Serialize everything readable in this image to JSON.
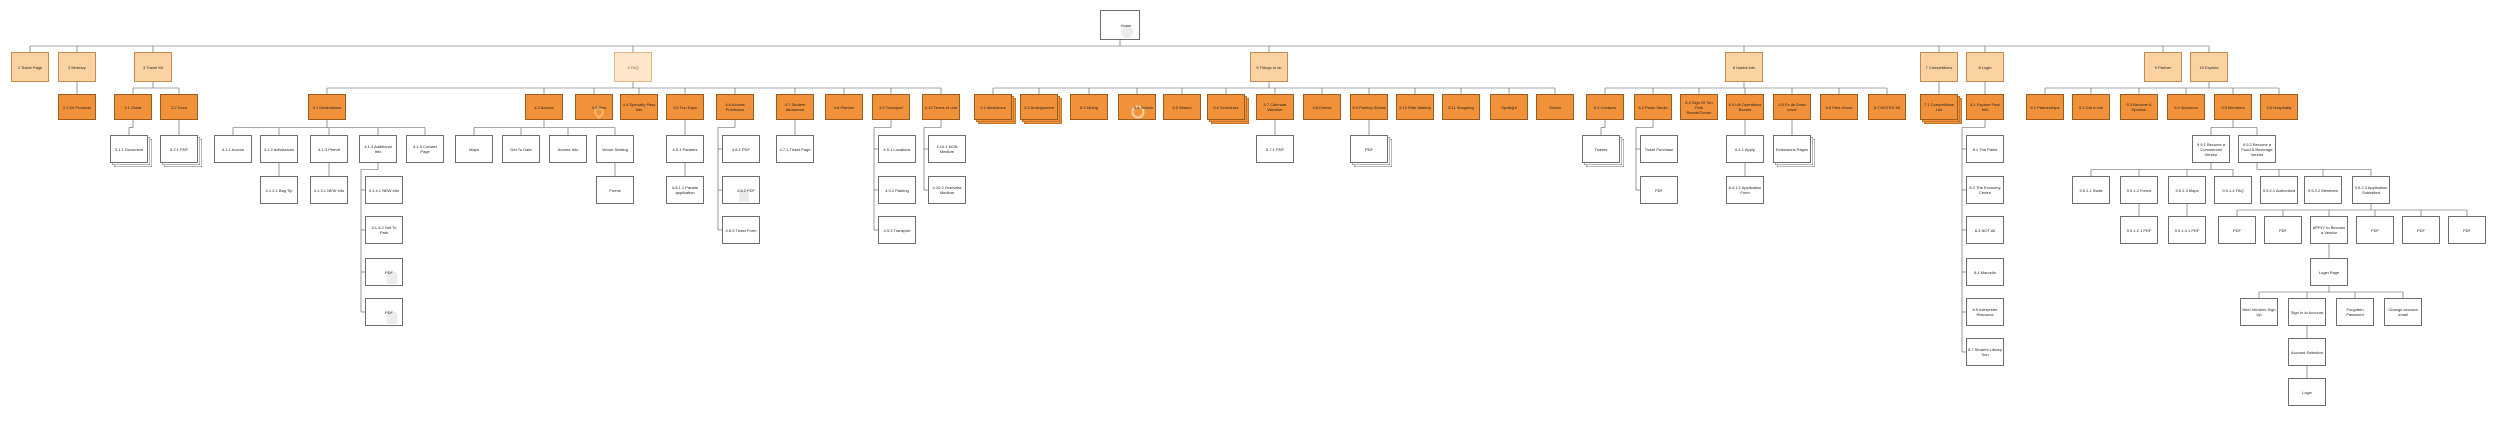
{
  "title": "",
  "nodes": [
    {
      "id": "home",
      "label": "Home",
      "style": "white",
      "glyph": "circle"
    },
    {
      "id": "n1",
      "parent": "home",
      "label": "1 Ticket Page",
      "style": "light"
    },
    {
      "id": "n2",
      "parent": "home",
      "label": "2 Itinerary",
      "style": "light"
    },
    {
      "id": "n3",
      "parent": "home",
      "label": "3 Travel Kit",
      "style": "light"
    },
    {
      "id": "n4",
      "parent": "home",
      "label": "4 FAQ",
      "style": "pale"
    },
    {
      "id": "n5",
      "parent": "home",
      "label": "5 Things to do",
      "style": "light"
    },
    {
      "id": "n6",
      "parent": "home",
      "label": "6 Useful Info",
      "style": "light"
    },
    {
      "id": "n7",
      "parent": "home",
      "label": "7 Competitions",
      "style": "light"
    },
    {
      "id": "n8",
      "parent": "home",
      "label": "8 Login",
      "style": "light"
    },
    {
      "id": "n9",
      "parent": "home",
      "label": "9 Partner",
      "style": "light"
    },
    {
      "id": "n10",
      "parent": "home",
      "label": "10 Explore",
      "style": "light"
    },
    {
      "id": "n2_1",
      "parent": "n2",
      "label": "2.1 Kit Products",
      "style": "orange"
    },
    {
      "id": "n3_1",
      "parent": "n3",
      "label": "3.1 Guide",
      "style": "orange"
    },
    {
      "id": "n3_2",
      "parent": "n3",
      "label": "3.2 Docs",
      "style": "orange"
    },
    {
      "id": "n3_1_1",
      "parent": "n3_1",
      "label": "3.1.1 Document",
      "style": "white",
      "stack": true
    },
    {
      "id": "n3_2_1",
      "parent": "n3_2",
      "label": "3.2.1 PDF",
      "style": "white",
      "stack": true
    },
    {
      "id": "n4_1",
      "parent": "n4",
      "label": "4.1 Destinations",
      "style": "orange"
    },
    {
      "id": "n4_1_1",
      "parent": "n4_1",
      "label": "4.1.1 Accom",
      "style": "white"
    },
    {
      "id": "n4_1_2",
      "parent": "n4_1",
      "label": "4.1.2 Admissions",
      "style": "white"
    },
    {
      "id": "n4_1_3",
      "parent": "n4_1",
      "label": "4.1.3 Permit",
      "style": "white"
    },
    {
      "id": "n4_1_4",
      "parent": "n4_1",
      "label": "4.1.4 Additional Info",
      "style": "white"
    },
    {
      "id": "n4_1_5",
      "parent": "n4_1",
      "label": "4.1.5 Contact Page",
      "style": "white"
    },
    {
      "id": "n4_1_2_1",
      "parent": "n4_1_2",
      "label": "4.1.2.1 Bag Tip",
      "style": "white"
    },
    {
      "id": "n4_1_3_1",
      "parent": "n4_1_3",
      "label": "4.1.3.1 NEW Info",
      "style": "white"
    },
    {
      "id": "n4_1_4_1",
      "parent": "n4_1_4",
      "label": "4.1.4.1 NEW Info",
      "style": "white"
    },
    {
      "id": "n4_1_4_2",
      "parent": "n4_1_4",
      "label": "4.1.4.2 Get To Park",
      "style": "white"
    },
    {
      "id": "n4_1_4_3",
      "parent": "n4_1_4",
      "label": "PDF",
      "style": "white",
      "glyph": "page"
    },
    {
      "id": "n4_1_4_4",
      "parent": "n4_1_4",
      "label": "PDF",
      "style": "white",
      "glyph": "page"
    },
    {
      "id": "n4_2",
      "parent": "n4",
      "label": "4.2 Access",
      "style": "orange"
    },
    {
      "id": "n4_3",
      "parent": "n4",
      "label": "4.3 Pins",
      "style": "orange",
      "glyph": "pin"
    },
    {
      "id": "n4_4",
      "parent": "n4",
      "label": "4.4 Specially Pass Info",
      "style": "orange"
    },
    {
      "id": "n4_5",
      "parent": "n4",
      "label": "4.5 Fun Days",
      "style": "orange"
    },
    {
      "id": "n4_6",
      "parent": "n4",
      "label": "4.6 Access Provisions",
      "style": "orange"
    },
    {
      "id": "n4_2_1",
      "parent": "n4_2",
      "label": "Maps",
      "style": "white"
    },
    {
      "id": "n4_2_2",
      "parent": "n4_2",
      "label": "Get To Gate",
      "style": "white"
    },
    {
      "id": "n4_2_3",
      "parent": "n4_2",
      "label": "Access Info",
      "style": "white"
    },
    {
      "id": "n4_2_4",
      "parent": "n4_2",
      "label": "Venue Seating",
      "style": "white"
    },
    {
      "id": "n4_2_4_1",
      "parent": "n4_2_4",
      "label": "Forms",
      "style": "white"
    },
    {
      "id": "n4_5_1",
      "parent": "n4_5",
      "label": "4.5.1 Parades",
      "style": "white"
    },
    {
      "id": "n4_5_1_1",
      "parent": "n4_5_1",
      "label": "4.5.1.1 Parade application",
      "style": "white"
    },
    {
      "id": "n4_6_1",
      "parent": "n4_6",
      "label": "4.6.1 PDF",
      "style": "white"
    },
    {
      "id": "n4_6_2",
      "parent": "n4_6",
      "label": "4.6.2 PDF",
      "style": "white",
      "glyph": "page"
    },
    {
      "id": "n4_6_3",
      "parent": "n4_6",
      "label": "4.6.3 Ticket Form",
      "style": "white"
    },
    {
      "id": "n4_7",
      "parent": "n4",
      "label": "4.7 Student Allowance",
      "style": "orange"
    },
    {
      "id": "n4_8",
      "parent": "n4",
      "label": "4.8 Planner",
      "style": "orange"
    },
    {
      "id": "n4_9",
      "parent": "n4",
      "label": "4.9 Transport",
      "style": "orange"
    },
    {
      "id": "n4_10",
      "parent": "n4",
      "label": "4.10 Terms of Use",
      "style": "orange"
    },
    {
      "id": "n4_7_1",
      "parent": "n4_7",
      "label": "4.7.1 Ticket Page",
      "style": "white"
    },
    {
      "id": "n4_9_1",
      "parent": "n4_9",
      "label": "4.9.1 Locations",
      "style": "white"
    },
    {
      "id": "n4_9_2",
      "parent": "n4_9",
      "label": "4.9.2 Parking",
      "style": "white"
    },
    {
      "id": "n4_9_3",
      "parent": "n4_9",
      "label": "4.9.3 Transport",
      "style": "white"
    },
    {
      "id": "n4_10_1",
      "parent": "n4_10",
      "label": "4.10.1 NON Medium",
      "style": "white"
    },
    {
      "id": "n4_10_2",
      "parent": "n4_10",
      "label": "4.10.2 Overview Medium",
      "style": "white"
    },
    {
      "id": "n5_1",
      "parent": "n5",
      "label": "5.1 Attractions",
      "style": "orange",
      "stack": true
    },
    {
      "id": "n5_2",
      "parent": "n5",
      "label": "5.2 Arrangement",
      "style": "orange",
      "stack": true
    },
    {
      "id": "n5_3",
      "parent": "n5",
      "label": "5.3 Dining",
      "style": "orange"
    },
    {
      "id": "n5_4",
      "parent": "n5",
      "label": "5.4 Search",
      "style": "orange",
      "glyph": "mag"
    },
    {
      "id": "n5_5",
      "parent": "n5",
      "label": "5.5 Search",
      "style": "orange"
    },
    {
      "id": "n5_6",
      "parent": "n5",
      "label": "5.6 Schedules",
      "style": "orange",
      "stack": true
    },
    {
      "id": "n5_7",
      "parent": "n5",
      "label": "5.7 Calendar Weather",
      "style": "orange"
    },
    {
      "id": "n5_8",
      "parent": "n5",
      "label": "5.8 Events",
      "style": "orange"
    },
    {
      "id": "n5_9",
      "parent": "n5",
      "label": "5.9 Parking Shows",
      "style": "orange"
    },
    {
      "id": "n5_10",
      "parent": "n5",
      "label": "5.10 Ride Waiting",
      "style": "orange"
    },
    {
      "id": "n5_11",
      "parent": "n5",
      "label": "5.11 Shopping",
      "style": "orange"
    },
    {
      "id": "n5_12",
      "parent": "n5",
      "label": "Spotlight",
      "style": "orange"
    },
    {
      "id": "n5_13",
      "parent": "n5",
      "label": "Shows",
      "style": "orange"
    },
    {
      "id": "n5_7_1",
      "parent": "n5_7",
      "label": "5.7.1 PDF",
      "style": "white"
    },
    {
      "id": "n5_9_1",
      "parent": "n5_9",
      "label": "PDF",
      "style": "white",
      "stack": true
    },
    {
      "id": "n6_1",
      "parent": "n6",
      "label": "6.1 Contacts",
      "style": "orange"
    },
    {
      "id": "n6_2",
      "parent": "n6",
      "label": "6.2 Parks Studio",
      "style": "orange"
    },
    {
      "id": "n6_3",
      "parent": "n6",
      "label": "6.3 Sign Of Ten Park Resort/Centre",
      "style": "orange"
    },
    {
      "id": "n6_4",
      "parent": "n6",
      "label": "6.4 Lift Operations Boards",
      "style": "orange"
    },
    {
      "id": "n6_5",
      "parent": "n6",
      "label": "6.5 Ex de Extra cover",
      "style": "orange"
    },
    {
      "id": "n6_6",
      "parent": "n6",
      "label": "6.6 Park Hours",
      "style": "orange"
    },
    {
      "id": "n6_7",
      "parent": "n6",
      "label": "6.7 NOTES Kit",
      "style": "orange"
    },
    {
      "id": "n6_1_1",
      "parent": "n6_1",
      "label": "Tweets",
      "style": "white",
      "stack": true
    },
    {
      "id": "n6_2_1",
      "parent": "n6_2",
      "label": "Ticket Purchase",
      "style": "white"
    },
    {
      "id": "n6_2_2",
      "parent": "n6_2",
      "label": "PDF",
      "style": "white"
    },
    {
      "id": "n6_4_1",
      "parent": "n6_4",
      "label": "6.4.1 Apply",
      "style": "white"
    },
    {
      "id": "n6_4_1_1",
      "parent": "n6_4_1",
      "label": "6.4.1.1 Application Form",
      "style": "white"
    },
    {
      "id": "n6_5_1",
      "parent": "n6_5",
      "label": "Extensions Pages",
      "style": "white",
      "stack": true
    },
    {
      "id": "n7_1",
      "parent": "n7",
      "label": "7.1 Competitions List",
      "style": "orange",
      "stack": true
    },
    {
      "id": "n8_1",
      "parent": "n8",
      "label": "8.1 Explore Park Info",
      "style": "orange"
    },
    {
      "id": "n8_1_1",
      "parent": "n8_1",
      "label": "8.1 The Parks",
      "style": "white"
    },
    {
      "id": "n8_1_2",
      "parent": "n8_1",
      "label": "8.2 The Economy Centre",
      "style": "white"
    },
    {
      "id": "n8_1_3",
      "parent": "n8_1",
      "label": "8.3 NOT All",
      "style": "white"
    },
    {
      "id": "n8_1_4",
      "parent": "n8_1",
      "label": "8.4 Marcelin",
      "style": "white"
    },
    {
      "id": "n8_1_5",
      "parent": "n8_1",
      "label": "8.5 Interpreter Resource",
      "style": "white"
    },
    {
      "id": "n8_1_6",
      "parent": "n8_1",
      "label": "8.7 Student Library Son",
      "style": "white"
    },
    {
      "id": "n10_1",
      "parent": "n10",
      "label": "9.1 Partnerships",
      "style": "orange"
    },
    {
      "id": "n10_2",
      "parent": "n10",
      "label": "9.2 Get a Job",
      "style": "orange"
    },
    {
      "id": "n10_3",
      "parent": "n10",
      "label": "9.3 Become A Sponsor",
      "style": "orange"
    },
    {
      "id": "n10_4",
      "parent": "n10",
      "label": "9.4 Sponsors",
      "style": "orange"
    },
    {
      "id": "n10_5",
      "parent": "n10",
      "label": "9.5 Members",
      "style": "orange"
    },
    {
      "id": "n10_6",
      "parent": "n10",
      "label": "9.6 Hospitality",
      "style": "orange"
    },
    {
      "id": "n10_5_1",
      "parent": "n10_5",
      "label": "9.5.1 Become a Commercial Vendor",
      "style": "white"
    },
    {
      "id": "n10_5_2",
      "parent": "n10_5",
      "label": "9.5.2 Become a Food & Beverage Vendor",
      "style": "white"
    },
    {
      "id": "n10_5_1_1",
      "parent": "n10_5_1",
      "label": "9.5.1.1 Stalls",
      "style": "white"
    },
    {
      "id": "n10_5_1_2",
      "parent": "n10_5_1",
      "label": "9.5.1.2 Forms",
      "style": "white"
    },
    {
      "id": "n10_5_1_3",
      "parent": "n10_5_1",
      "label": "9.5.1.3 Maps",
      "style": "white"
    },
    {
      "id": "n10_5_1_4",
      "parent": "n10_5_1",
      "label": "9.5.1.4 FAQ",
      "style": "white"
    },
    {
      "id": "n10_5_1_2_1",
      "parent": "n10_5_1_2",
      "label": "9.5.1.2.1 PDF",
      "style": "white"
    },
    {
      "id": "n10_5_1_3_1",
      "parent": "n10_5_1_3",
      "label": "9.5.1.3.1 PDF",
      "style": "white"
    },
    {
      "id": "n10_5_2_1",
      "parent": "n10_5_2",
      "label": "9.5.2.1 Authorised",
      "style": "white"
    },
    {
      "id": "n10_5_2_2",
      "parent": "n10_5_2",
      "label": "9.5.2.2 Members",
      "style": "white"
    },
    {
      "id": "n10_5_2_3",
      "parent": "n10_5_2",
      "label": "9.5.2.3 Application Submitted",
      "style": "white"
    },
    {
      "id": "n10_5_2_3_1",
      "parent": "n10_5_2_3",
      "label": "PDF",
      "style": "white"
    },
    {
      "id": "n10_5_2_3_2",
      "parent": "n10_5_2_3",
      "label": "PDF",
      "style": "white"
    },
    {
      "id": "n10_5_2_3_3",
      "parent": "n10_5_2_3",
      "label": "APPLY to Become a Vendor",
      "style": "white"
    },
    {
      "id": "n10_5_2_3_4",
      "parent": "n10_5_2_3",
      "label": "PDF",
      "style": "white"
    },
    {
      "id": "n10_5_2_3_5",
      "parent": "n10_5_2_3",
      "label": "PDF",
      "style": "white"
    },
    {
      "id": "n10_5_2_3_6",
      "parent": "n10_5_2_3",
      "label": "PDF",
      "style": "white"
    },
    {
      "id": "login",
      "parent": "n10_5_2_3_3",
      "label": "Login Page",
      "style": "white"
    },
    {
      "id": "login_1",
      "parent": "login",
      "label": "Brief Vendors Sign Up",
      "style": "white"
    },
    {
      "id": "login_2",
      "parent": "login",
      "label": "Sign In to Account",
      "style": "white"
    },
    {
      "id": "login_3",
      "parent": "login",
      "label": "Forgotten Password",
      "style": "white"
    },
    {
      "id": "login_4",
      "parent": "login",
      "label": "Change account email",
      "style": "white"
    },
    {
      "id": "acct",
      "parent": "login_2",
      "label": "Account Selection",
      "style": "white"
    },
    {
      "id": "logout",
      "parent": "acct",
      "label": "Login",
      "style": "white"
    }
  ]
}
